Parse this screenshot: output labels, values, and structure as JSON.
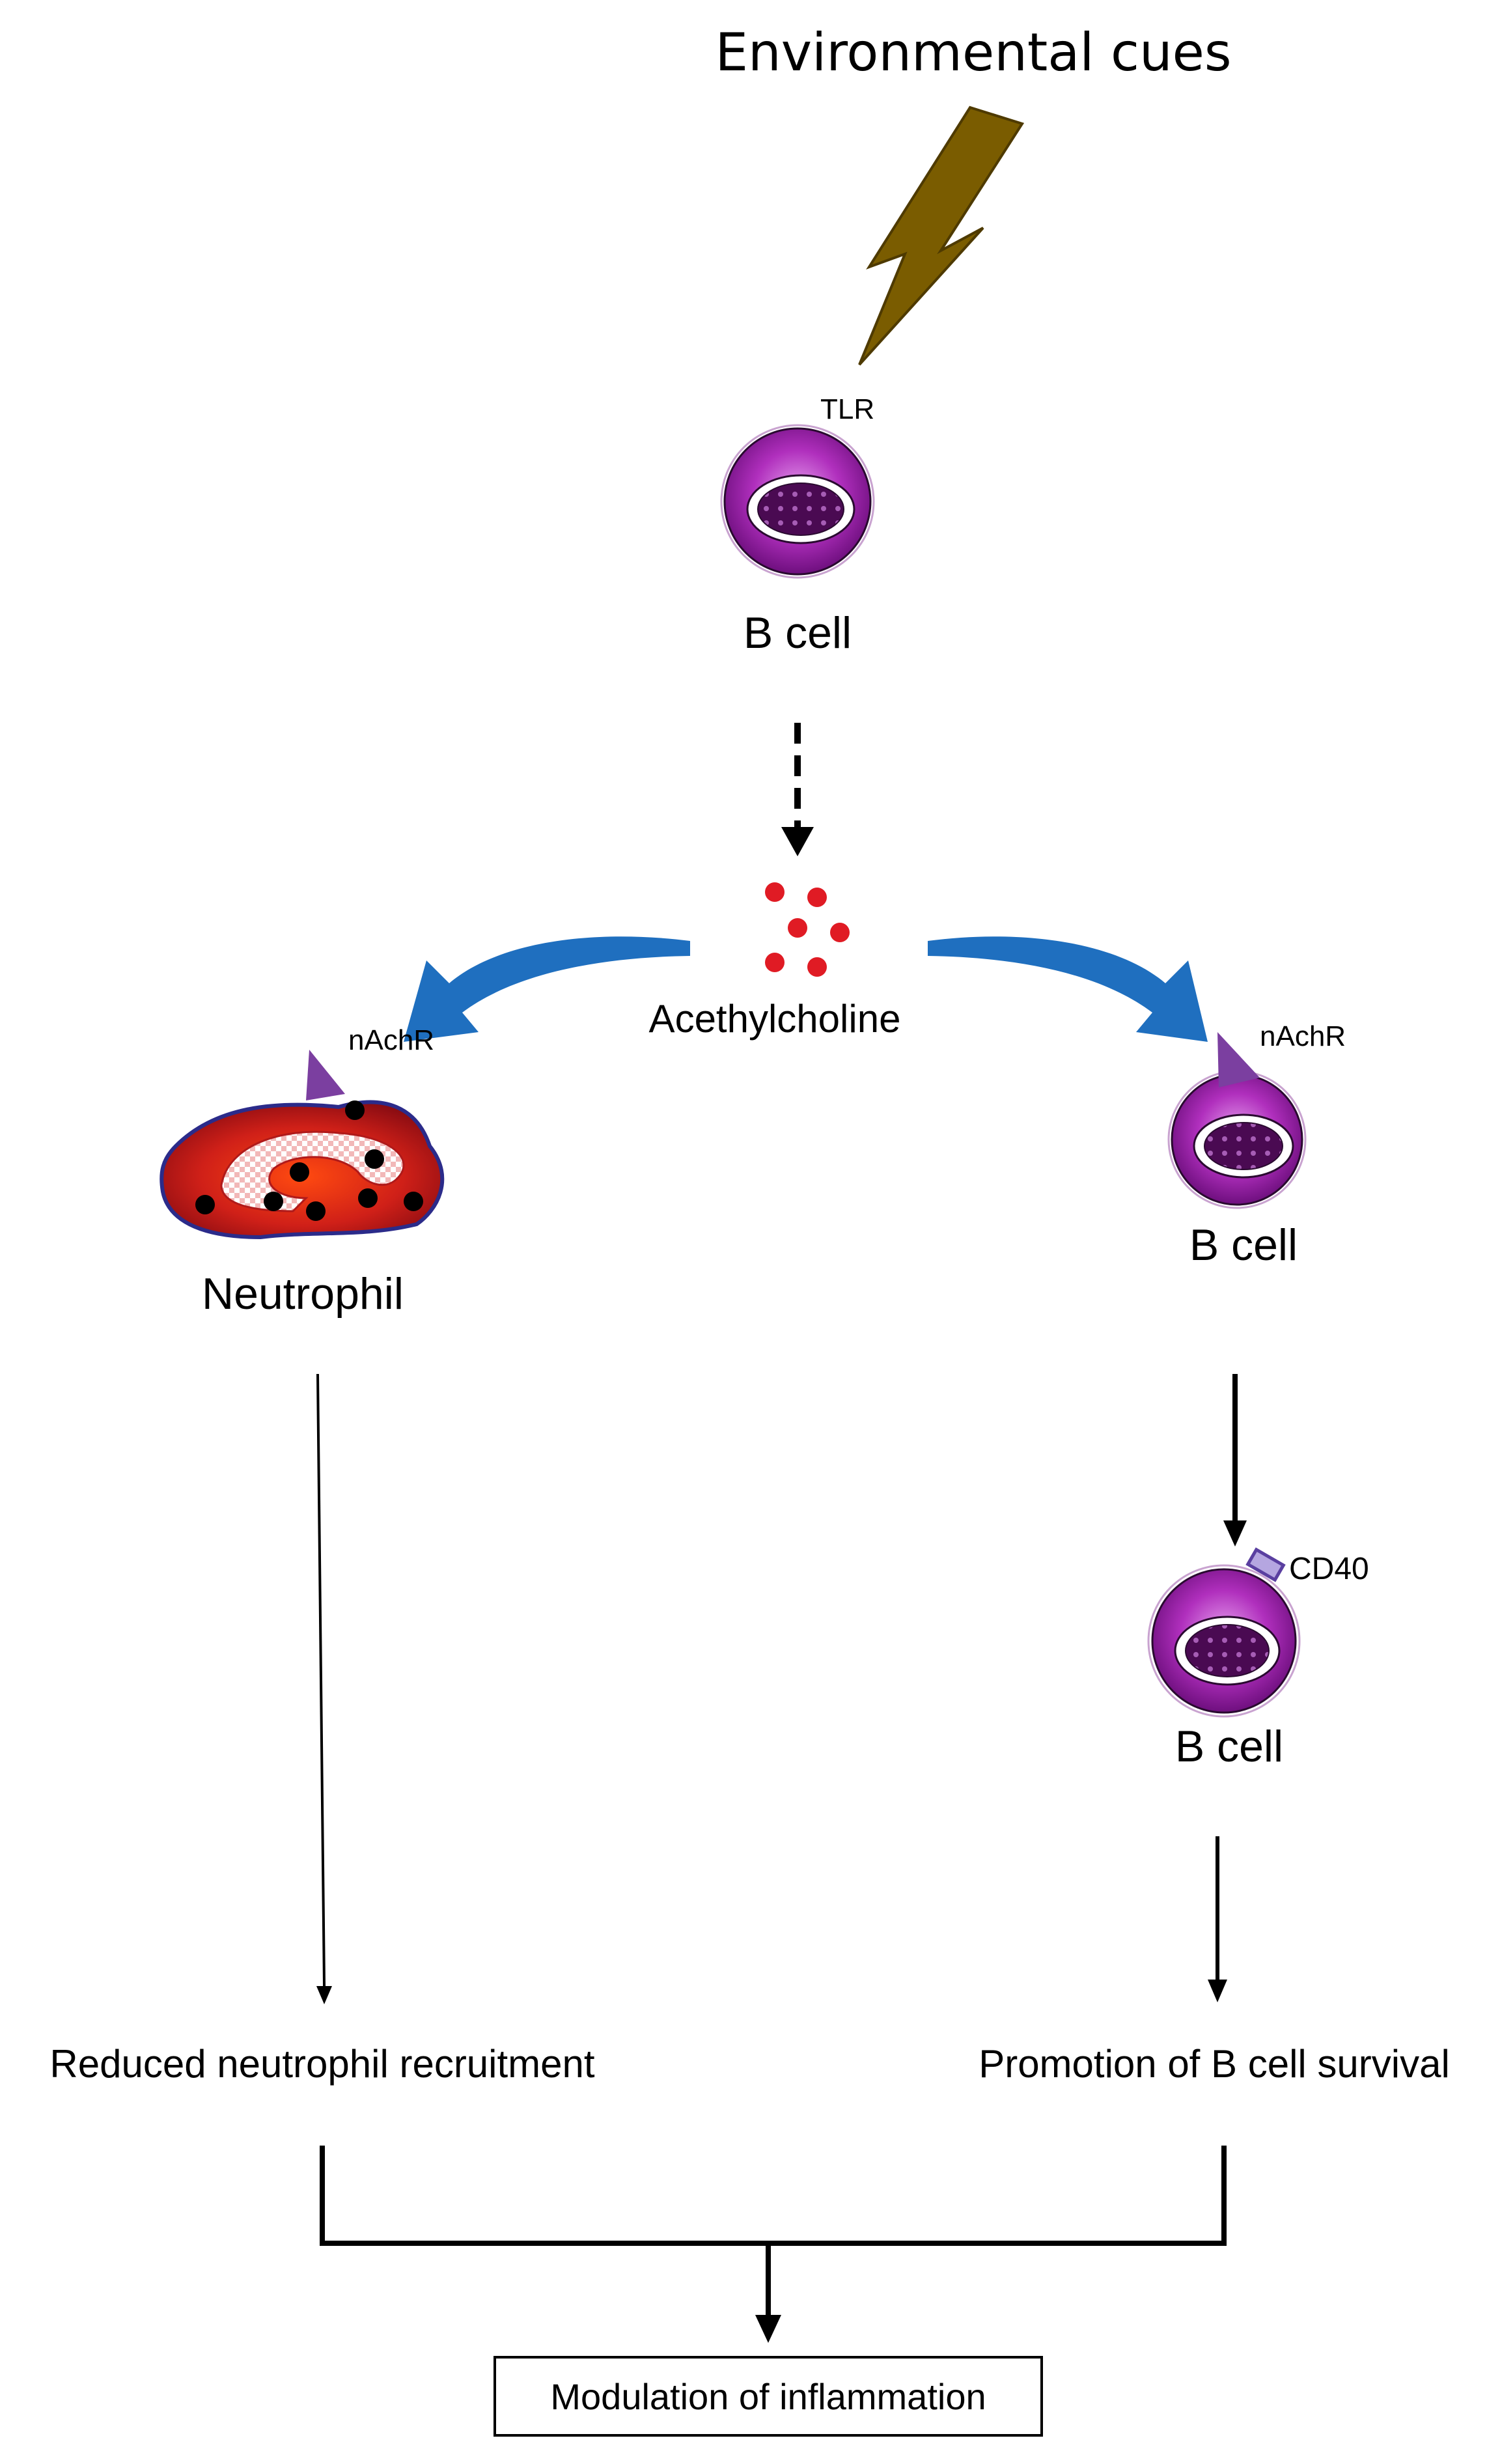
{
  "title": "Environmental cues",
  "cells": {
    "top_b_cell": {
      "label": "B cell",
      "receptor": "TLR"
    },
    "neutrophil": {
      "label": "Neutrophil",
      "receptor": "nAchR"
    },
    "right_b_cell": {
      "label": "B cell",
      "receptor": "nAchR"
    },
    "cd40_b_cell": {
      "label": "B cell",
      "receptor": "CD40"
    }
  },
  "mediator": {
    "label": "Acethylcholine"
  },
  "outcomes": {
    "left": "Reduced neutrophil recruitment",
    "right": "Promotion of B cell survival",
    "final": "Modulation of inflammation"
  },
  "colors": {
    "lightning": "#7a5c00",
    "cell_outer": "#9b1fa8",
    "nucleus": "#4a0a52",
    "blue_arrow": "#1f6fbf",
    "acetylcholine": "#e01b24",
    "neutrophil": "#d42a1a",
    "receptor": "#7b3fa0"
  },
  "icons": [
    "lightning-icon",
    "b-cell-icon",
    "neutrophil-icon",
    "receptor-icon",
    "acetylcholine-molecule-icon"
  ]
}
